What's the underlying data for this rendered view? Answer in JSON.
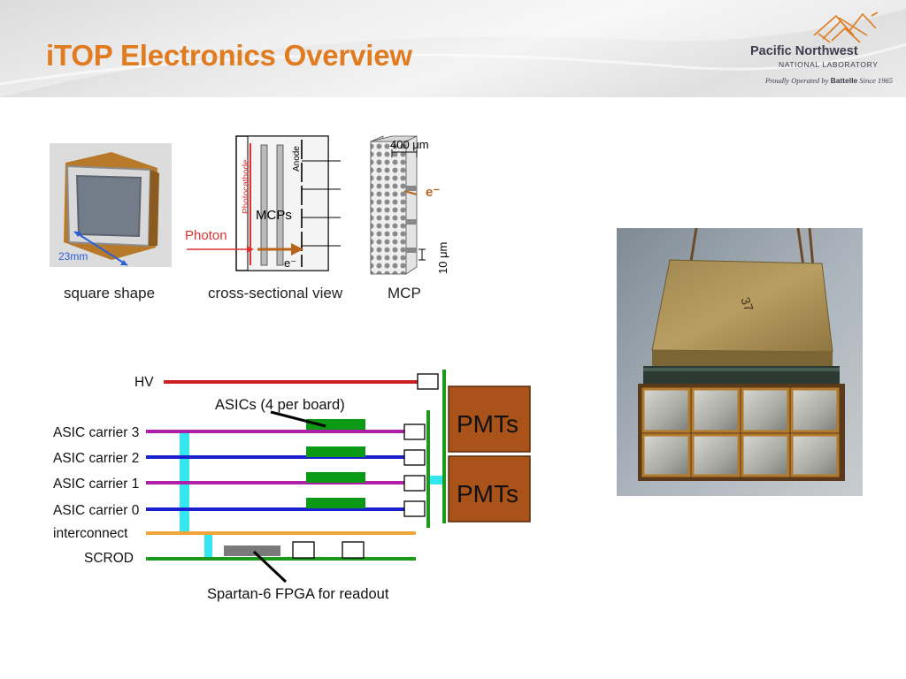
{
  "slide": {
    "title": "iTOP Electronics Overview"
  },
  "logo": {
    "name": "Pacific Northwest",
    "subtitle": "NATIONAL LABORATORY",
    "tagline_pre": "Proudly Operated by",
    "tagline_brand": "Battelle",
    "tagline_post": "Since 1965"
  },
  "pmt_views": {
    "square": {
      "caption": "square shape",
      "dimension": "23mm"
    },
    "cross": {
      "caption": "cross-sectional view",
      "photocathode": "Photocathode",
      "anode": "Anode",
      "mcps": "MCPs",
      "photon": "Photon",
      "electron": "e⁻"
    },
    "mcp": {
      "caption": "MCP",
      "thickness": "400 μm",
      "pore": "10 μm",
      "electron": "e⁻"
    }
  },
  "block_diagram": {
    "hv": "HV",
    "asic_note": "ASICs (4 per board)",
    "carriers": [
      "ASIC carrier 3",
      "ASIC carrier 2",
      "ASIC carrier 1",
      "ASIC carrier 0"
    ],
    "interconnect": "interconnect",
    "scrod": "SCROD",
    "pmt_top": "PMTs",
    "pmt_bottom": "PMTs",
    "fpga_note": "Spartan-6 FPGA for readout",
    "colors": {
      "hv": "#cc1f1f",
      "carrier_magenta": "#b01fa8",
      "carrier_blue": "#1a1fd0",
      "interconnect": "#f2a63a",
      "scrod": "#1c9a1c",
      "cyan": "#33e6f0",
      "asic": "#0b9a16",
      "pmt": "#a9521a",
      "fpga": "#7a7a7a"
    }
  },
  "photo": {
    "module_number": "37"
  }
}
